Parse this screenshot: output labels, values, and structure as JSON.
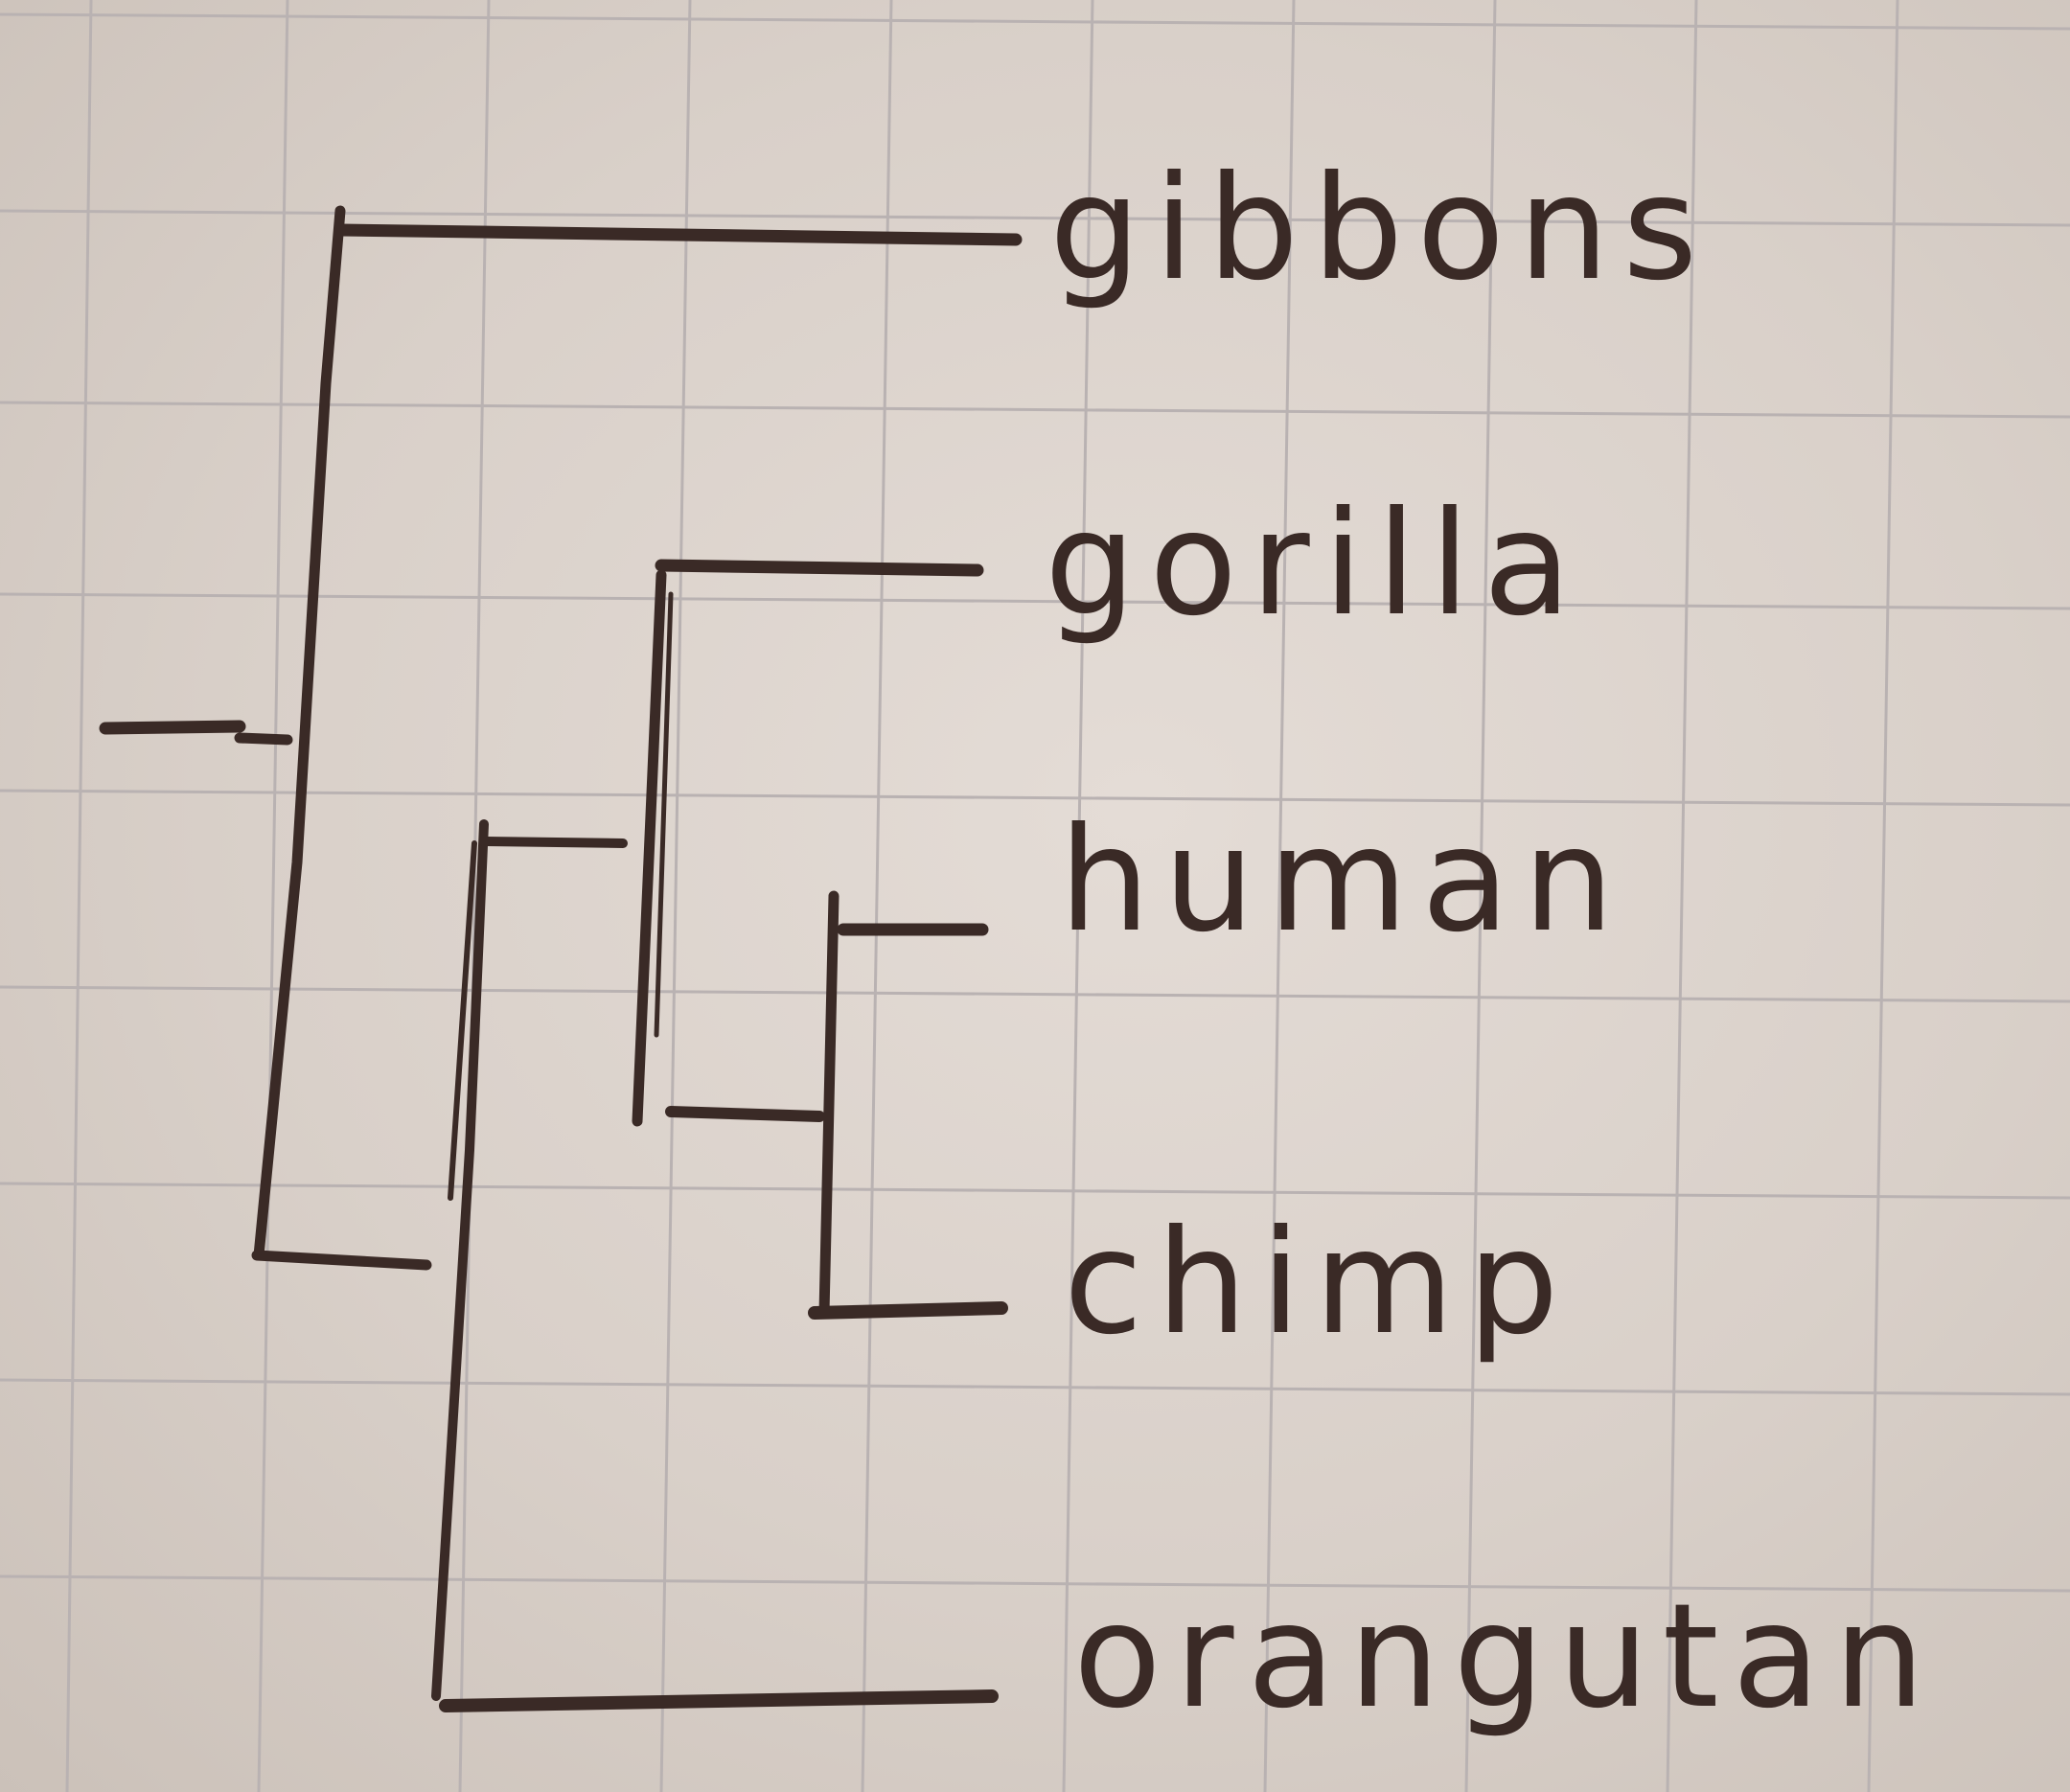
{
  "diagram": {
    "type": "phylogenetic-tree",
    "taxa": [
      {
        "id": "gibbons",
        "label": "gibbons"
      },
      {
        "id": "gorilla",
        "label": "gorilla"
      },
      {
        "id": "human",
        "label": "human"
      },
      {
        "id": "chimp",
        "label": "chimp"
      },
      {
        "id": "orangutan",
        "label": "orangutan"
      }
    ],
    "ink_color": "#3a2a26",
    "paper_color": "#ddd5cf",
    "grid_color": "#b9b2b2"
  }
}
